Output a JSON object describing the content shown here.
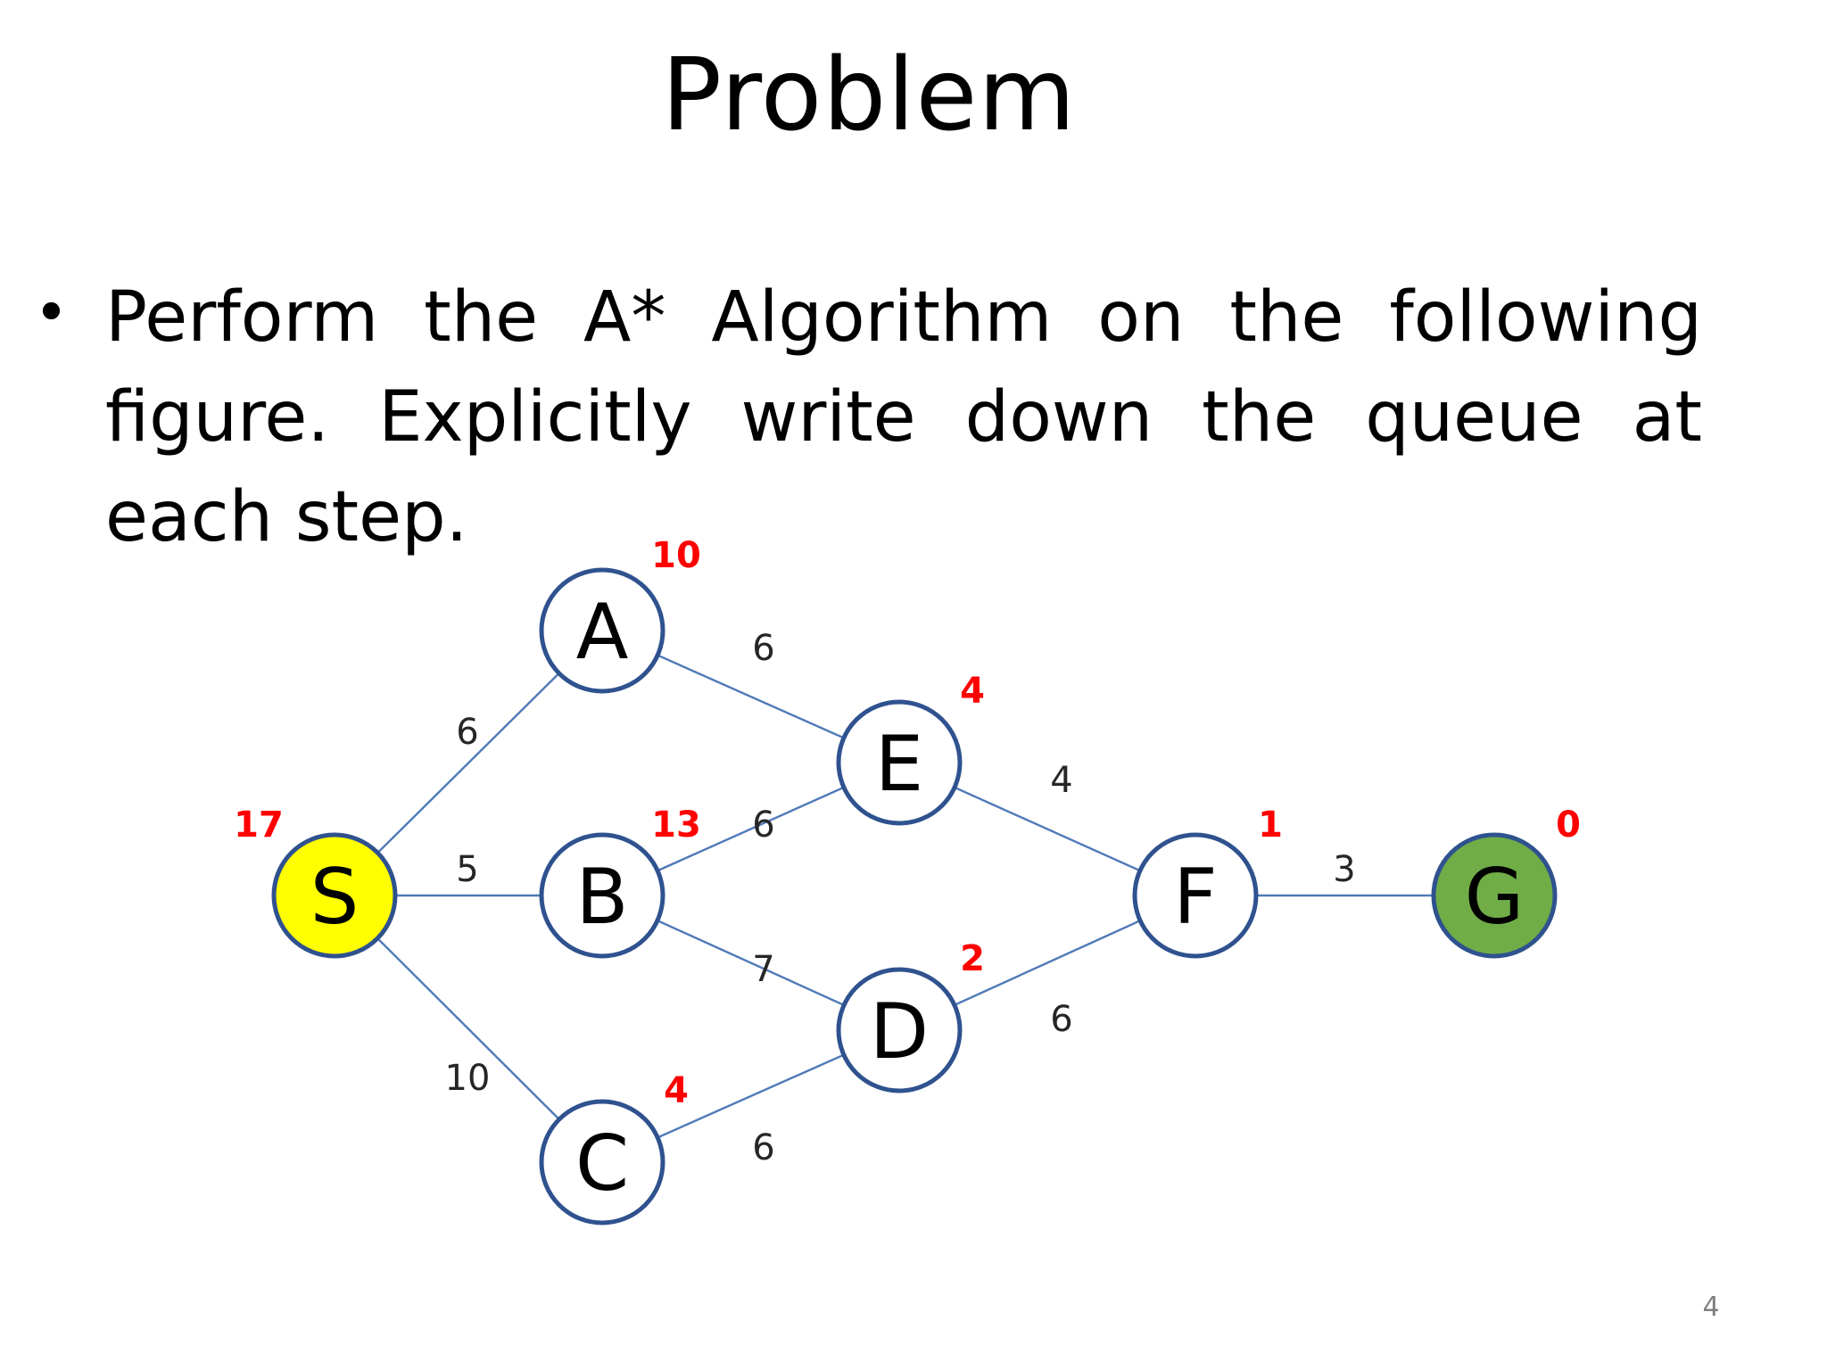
{
  "slide": {
    "title": "Problem",
    "bullet_symbol": "•",
    "bullet_text": "Perform the A* Algorithm on the following figure. Explicitly write down the queue at each step.",
    "page_number": "4"
  },
  "colors": {
    "edge": "#4f7ab8",
    "node_border": "#2f528f",
    "start_fill": "#ffff00",
    "goal_fill": "#70ad47",
    "default_fill": "#ffffff",
    "heuristic_text": "#ff0000"
  },
  "graph": {
    "nodes": [
      {
        "id": "S",
        "label": "S",
        "heuristic": "17",
        "role": "start"
      },
      {
        "id": "A",
        "label": "A",
        "heuristic": "10",
        "role": "normal"
      },
      {
        "id": "B",
        "label": "B",
        "heuristic": "13",
        "role": "normal"
      },
      {
        "id": "C",
        "label": "C",
        "heuristic": "4",
        "role": "normal"
      },
      {
        "id": "E",
        "label": "E",
        "heuristic": "4",
        "role": "normal"
      },
      {
        "id": "D",
        "label": "D",
        "heuristic": "2",
        "role": "normal"
      },
      {
        "id": "F",
        "label": "F",
        "heuristic": "1",
        "role": "normal"
      },
      {
        "id": "G",
        "label": "G",
        "heuristic": "0",
        "role": "goal"
      }
    ],
    "edges": [
      {
        "from": "S",
        "to": "A",
        "weight": "6"
      },
      {
        "from": "S",
        "to": "B",
        "weight": "5"
      },
      {
        "from": "S",
        "to": "C",
        "weight": "10"
      },
      {
        "from": "A",
        "to": "E",
        "weight": "6"
      },
      {
        "from": "B",
        "to": "E",
        "weight": "6"
      },
      {
        "from": "B",
        "to": "D",
        "weight": "7"
      },
      {
        "from": "C",
        "to": "D",
        "weight": "6"
      },
      {
        "from": "E",
        "to": "F",
        "weight": "4"
      },
      {
        "from": "D",
        "to": "F",
        "weight": "6"
      },
      {
        "from": "F",
        "to": "G",
        "weight": "3"
      }
    ]
  }
}
